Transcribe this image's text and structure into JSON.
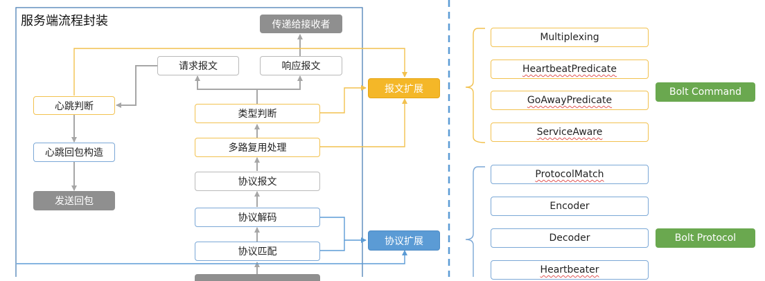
{
  "frame": {
    "title": "服务端流程封装"
  },
  "flow": {
    "deliver": "传递给接收者",
    "request_msg": "请求报文",
    "response_msg": "响应报文",
    "heartbeat_judge": "心跳判断",
    "heartbeat_reply": "心跳回包构造",
    "send_reply": "发送回包",
    "type_judge": "类型判断",
    "multiplex": "多路复用处理",
    "protocol_msg": "协议报文",
    "protocol_decode": "协议解码",
    "protocol_match": "协议匹配",
    "msg_ext": "报文扩展",
    "protocol_ext": "协议扩展"
  },
  "command_group": {
    "items": [
      "Multiplexing",
      "HeartbeatPredicate",
      "GoAwayPredicate",
      "ServiceAware"
    ],
    "badge": "Bolt Command"
  },
  "protocol_group": {
    "items": [
      "ProtocolMatch",
      "Encoder",
      "Decoder",
      "Heartbeater"
    ],
    "badge": "Bolt Protocol"
  },
  "colors": {
    "yellow": "#f2c14e",
    "orange": "#f4b728",
    "blue": "#5b9bd5",
    "gray_arrow": "#a6a6a6",
    "green": "#6aa84f",
    "frame": "#4a7fb5"
  }
}
